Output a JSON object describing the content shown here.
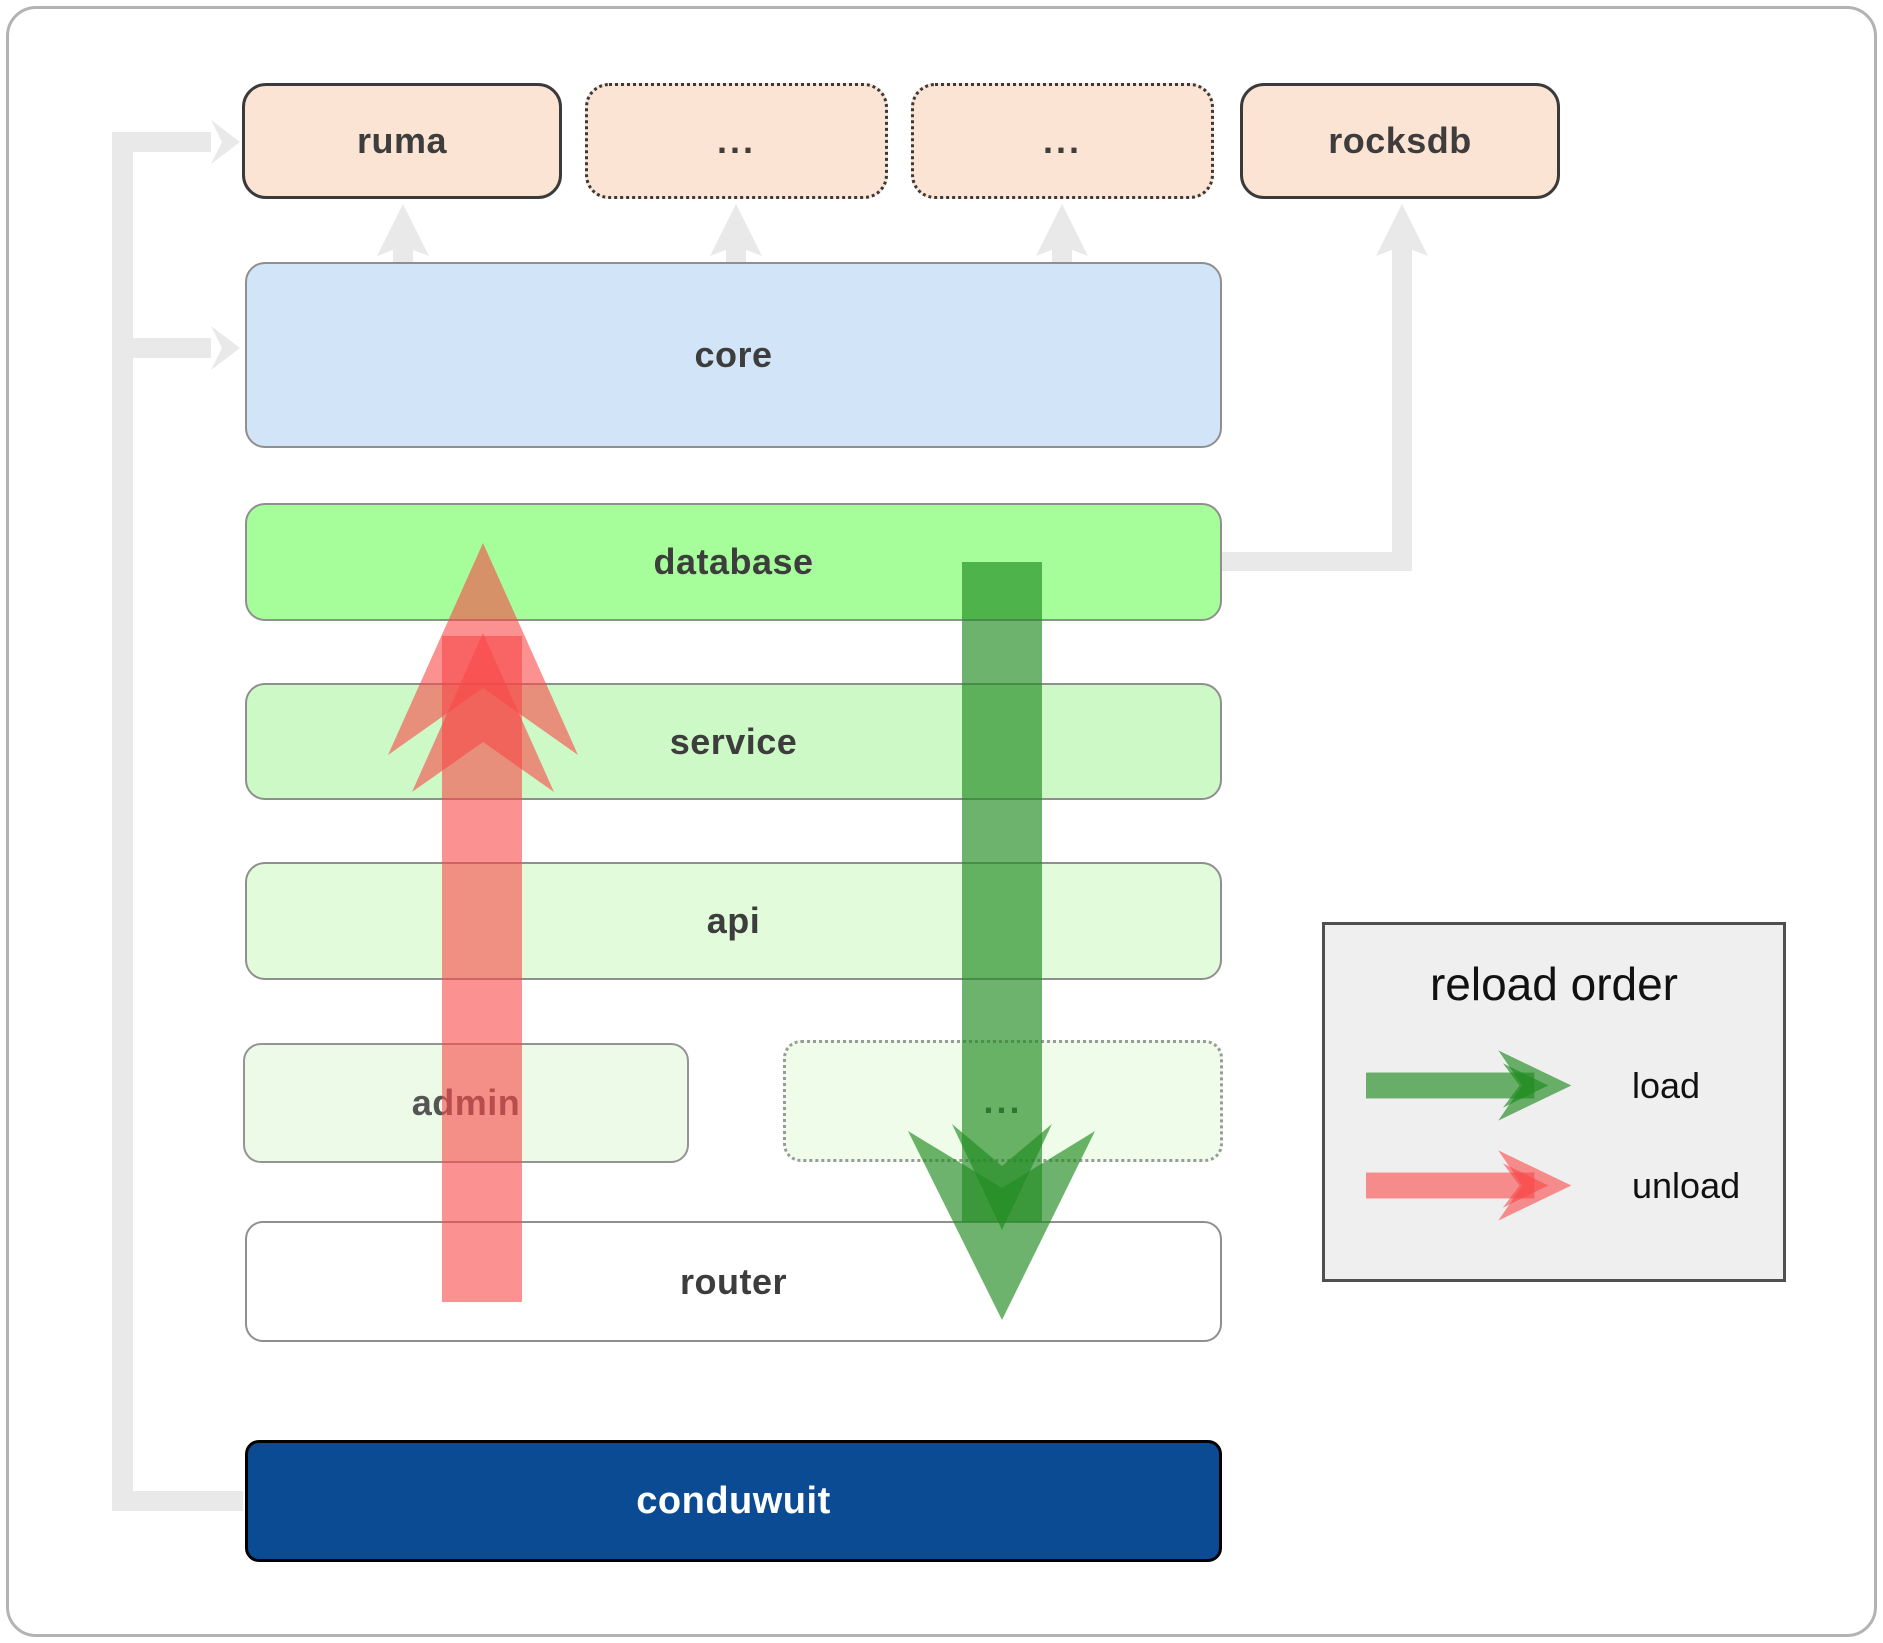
{
  "nodes": {
    "ruma": {
      "label": "ruma"
    },
    "ellipsis_top_1": {
      "label": "..."
    },
    "ellipsis_top_2": {
      "label": "..."
    },
    "rocksdb": {
      "label": "rocksdb"
    },
    "core": {
      "label": "core"
    },
    "database": {
      "label": "database"
    },
    "service": {
      "label": "service"
    },
    "api": {
      "label": "api"
    },
    "admin": {
      "label": "admin"
    },
    "ellipsis_admin": {
      "label": "..."
    },
    "router": {
      "label": "router"
    },
    "conduwuit": {
      "label": "conduwuit"
    }
  },
  "legend": {
    "title": "reload order",
    "items": [
      {
        "label": "load",
        "color": "#228b22",
        "direction": "down"
      },
      {
        "label": "unload",
        "color": "#f94848",
        "direction": "up"
      }
    ]
  },
  "colors": {
    "load_arrow": "#228b22",
    "unload_arrow": "#f94848",
    "connector": "#e9e9e9",
    "conduwuit_fill": "#0b4b94",
    "core_fill": "#d2e4f7",
    "database_fill": "#a6fe9b",
    "service_fill": "#cdf9c6",
    "api_fill": "#e2fcdb",
    "module_fill": "#fce4d4",
    "legend_bg": "#efefef"
  }
}
